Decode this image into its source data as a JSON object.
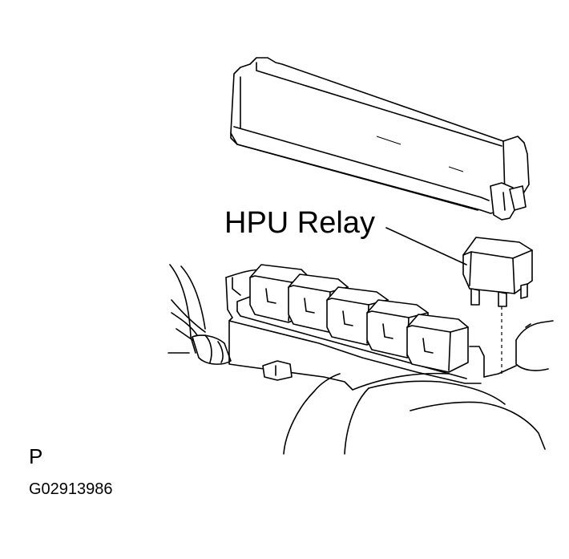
{
  "diagram": {
    "relay_label": "HPU Relay",
    "view_letter": "P",
    "figure_code": "G02913986"
  }
}
